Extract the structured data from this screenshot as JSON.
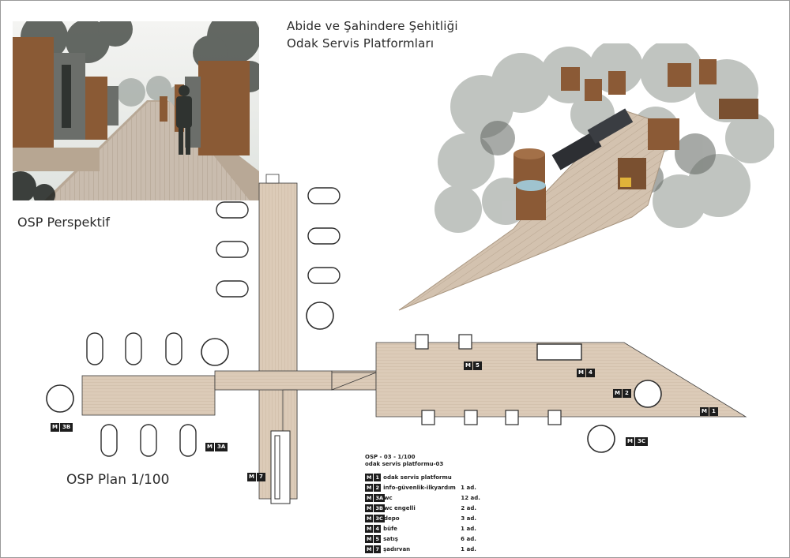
{
  "title": {
    "line1": "Abide ve Şahindere Şehitliği",
    "line2": "Odak Servis Platformları"
  },
  "perspective_label": "OSP Perspektif",
  "plan_label": "OSP Plan 1/100",
  "plan_tags": {
    "m1": {
      "m": "M",
      "n": "1"
    },
    "m2": {
      "m": "M",
      "n": "2"
    },
    "m3a": {
      "m": "M",
      "n": "3A"
    },
    "m3b": {
      "m": "M",
      "n": "3B"
    },
    "m3c": {
      "m": "M",
      "n": "3C"
    },
    "m4": {
      "m": "M",
      "n": "4"
    },
    "m5": {
      "m": "M",
      "n": "5"
    },
    "m7": {
      "m": "M",
      "n": "7"
    }
  },
  "legend": {
    "heading": "OSP - 03 - 1/100",
    "subheading": "odak servis platformu-03",
    "rows": [
      {
        "m": "M",
        "code": "1",
        "label": "odak servis platformu",
        "qty": ""
      },
      {
        "m": "M",
        "code": "2",
        "label": "info-güvenlik-ilkyardım",
        "qty": "1 ad."
      },
      {
        "m": "M",
        "code": "3A",
        "label": "wc",
        "qty": "12 ad."
      },
      {
        "m": "M",
        "code": "3B",
        "label": "wc engelli",
        "qty": "2 ad."
      },
      {
        "m": "M",
        "code": "3C",
        "label": "depo",
        "qty": "3 ad."
      },
      {
        "m": "M",
        "code": "4",
        "label": "büfe",
        "qty": "1 ad."
      },
      {
        "m": "M",
        "code": "5",
        "label": "satış",
        "qty": "6 ad."
      },
      {
        "m": "M",
        "code": "7",
        "label": "şadırvan",
        "qty": "1 ad."
      }
    ]
  },
  "colors": {
    "deck": "#dccbb8",
    "deck_line": "#c6b29b",
    "outline": "#3a3a3a",
    "wood": "#8b5a36",
    "foliage": "#9aa19a"
  }
}
